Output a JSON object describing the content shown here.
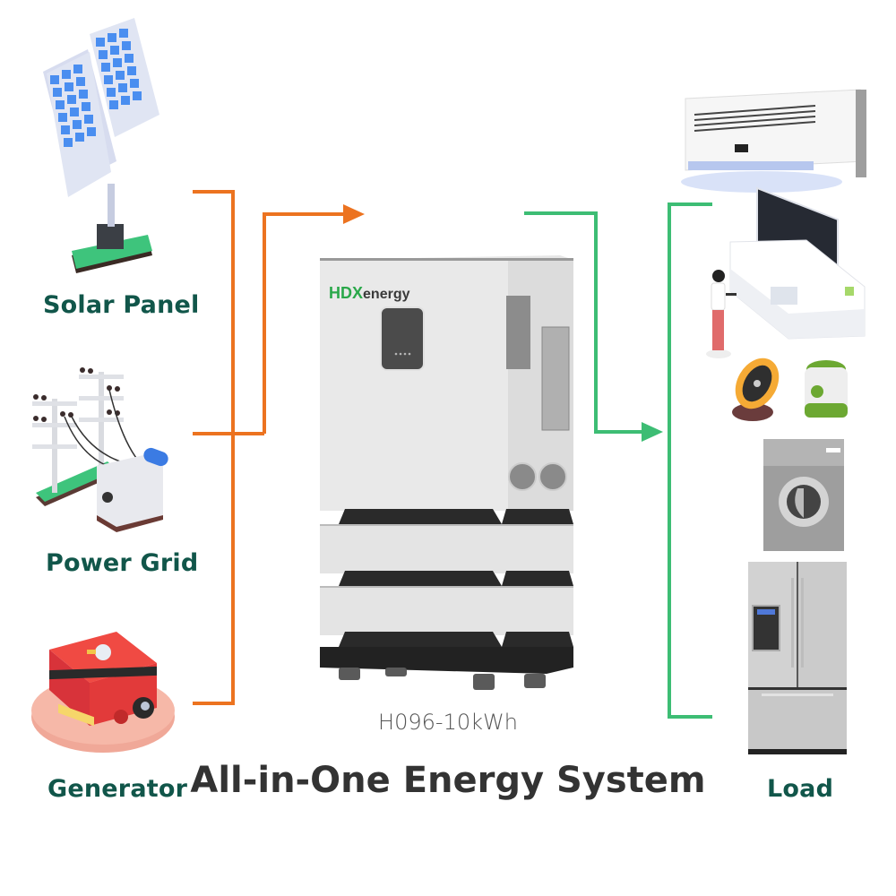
{
  "sources": [
    {
      "label": "Solar Panel",
      "icon": "solar-panel-icon"
    },
    {
      "label": "Power Grid",
      "icon": "power-grid-icon"
    },
    {
      "label": "Generator",
      "icon": "generator-icon"
    }
  ],
  "product": {
    "brand_prefix": "HDX",
    "brand_suffix": "energy",
    "model": "H096-10kWh",
    "title": "All-in-One Energy System"
  },
  "load": {
    "label": "Load",
    "appliances": [
      "air-conditioner",
      "television",
      "fan",
      "rice-cooker",
      "washing-machine",
      "refrigerator"
    ]
  },
  "colors": {
    "input_line": "#ec7320",
    "output_line": "#3dbd74",
    "label_text": "#11564a",
    "title_text": "#333333",
    "brand_green": "#2aa84a"
  }
}
